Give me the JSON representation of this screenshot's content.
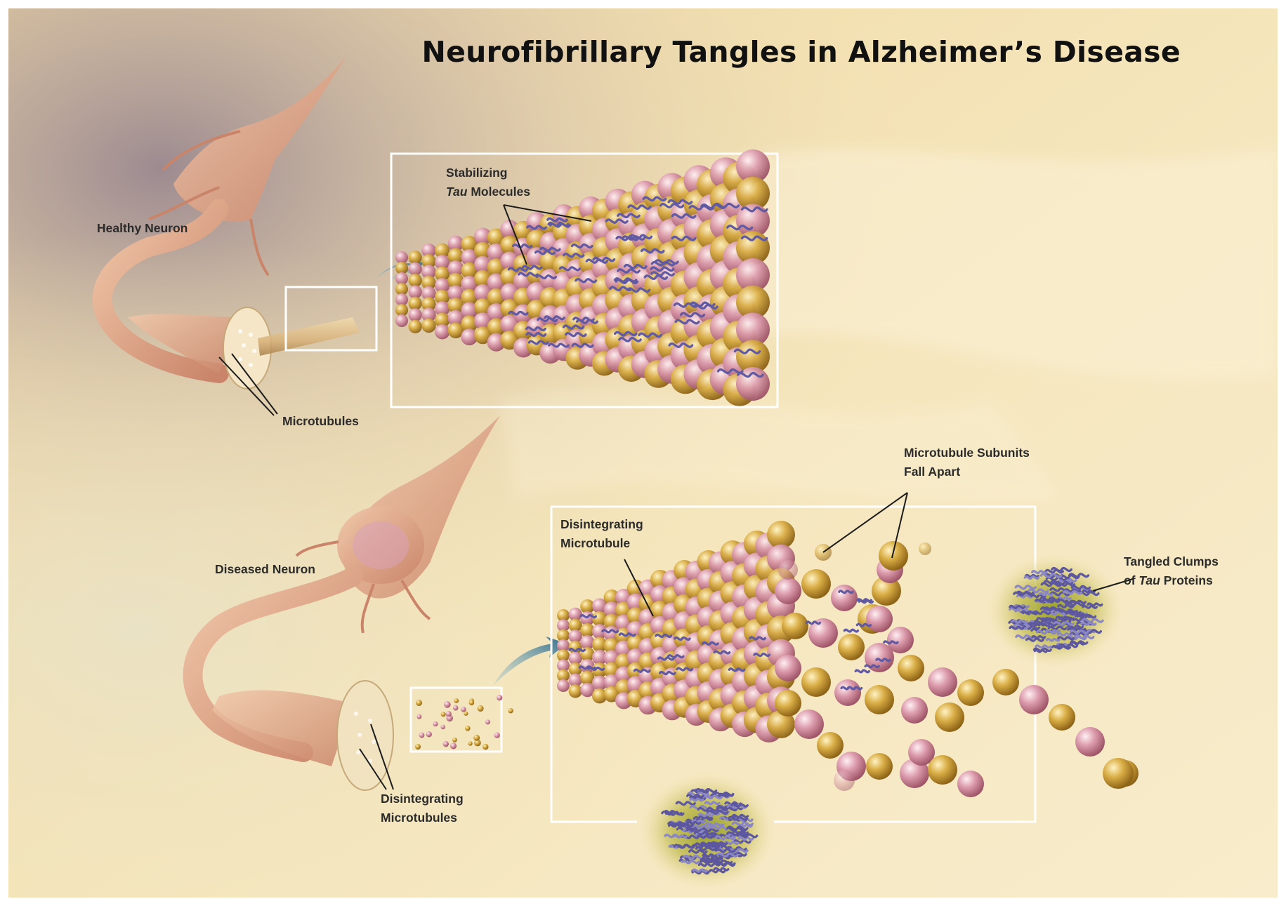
{
  "title": "Neurofibrillary Tangles in Alzheimer’s Disease",
  "labels": {
    "healthy_neuron": "Healthy Neuron",
    "microtubules": "Microtubules",
    "stabilizing_tau_line1": "Stabilizing",
    "stabilizing_tau_italic": "Tau",
    "stabilizing_tau_rest": " Molecules",
    "diseased_neuron": "Diseased Neuron",
    "disintegrating_microtubule_line1": "Disintegrating",
    "disintegrating_microtubule_line2": "Microtubule",
    "subunits_line1": "Microtubule Subunits",
    "subunits_line2": "Fall Apart",
    "tangled_line1": "Tangled Clumps",
    "tangled_prefix": "of ",
    "tangled_italic": "Tau",
    "tangled_rest": " Proteins",
    "disintegrating_microtubules_line1": "Disintegrating",
    "disintegrating_microtubules_line2": "Microtubules"
  },
  "colors": {
    "background": "#f3e2b4",
    "gold_bead": "#c99a2e",
    "pink_bead": "#d99aaa",
    "tau": "#6a63a8",
    "clump_glow": "#a7a428",
    "neuron": "#e2a888",
    "frame": "#ffffff"
  }
}
